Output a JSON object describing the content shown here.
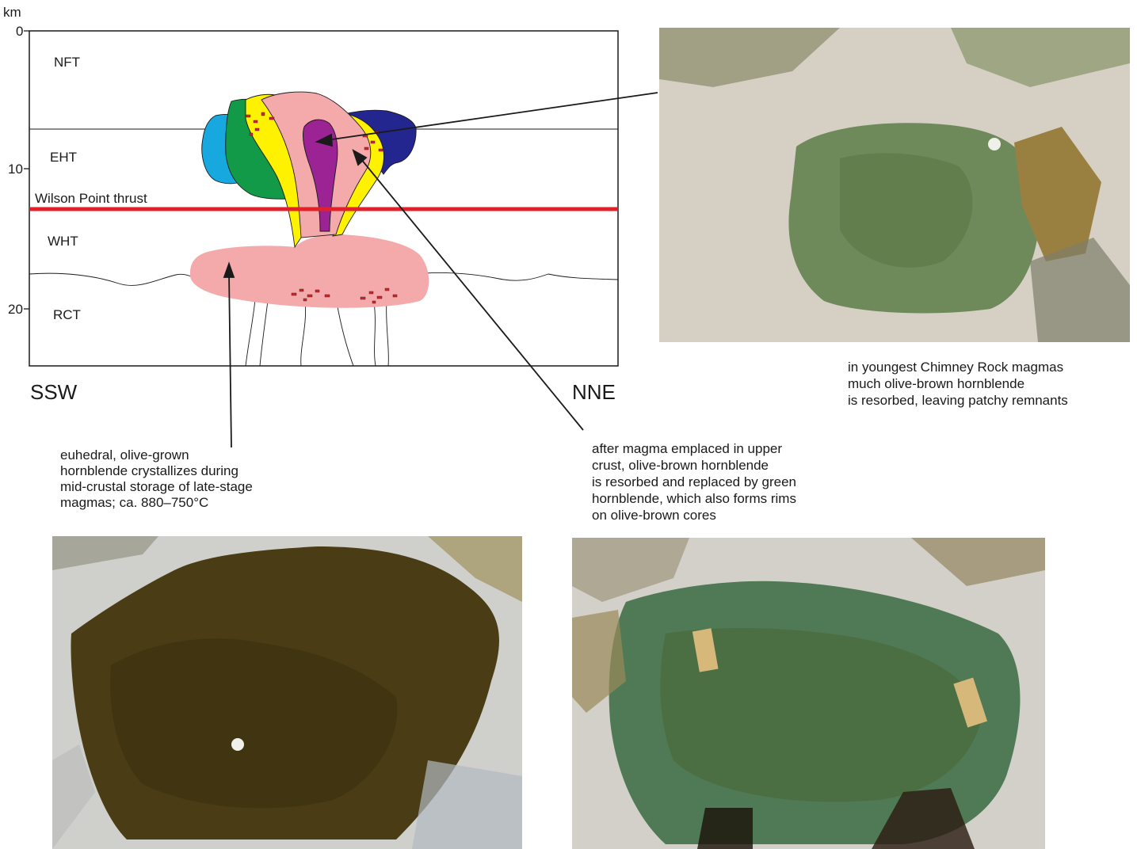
{
  "cross_section": {
    "depth_unit": "km",
    "depth_ticks": [
      "0",
      "10",
      "20"
    ],
    "orientation_left": "SSW",
    "orientation_right": "NNE",
    "layers": [
      "NFT",
      "EHT",
      "WHT",
      "RCT"
    ],
    "fault_label": "Wilson Point thrust",
    "colors": {
      "pink_magma": "#f4a9ab",
      "purple_core": "#9b2394",
      "yellow_rim": "#fff200",
      "green_body": "#139a48",
      "light_blue_body": "#17a8e0",
      "dark_blue_body": "#24268f",
      "fault_red": "#e2202a",
      "crystal_red": "#d7262b"
    }
  },
  "annotations": {
    "top_right": "in youngest Chimney Rock magmas\nmuch olive-brown hornblende\nis resorbed, leaving patchy remnants",
    "middle_left": "euhedral, olive-grown\nhornblende crystallizes during\nmid-crustal storage of late-stage\nmagmas; ca. 880–750°C",
    "middle_right": "after magma emplaced in upper\ncrust, olive-brown hornblende\nis resorbed and replaced by green\nhornblende, which also forms rims\non olive-brown cores"
  },
  "photomicrographs": {
    "top_right": {
      "subject": "patchy-remnant-hornblende",
      "dominant_color": "#6f8a5a"
    },
    "bottom_left": {
      "subject": "euhedral-olive-brown-hornblende",
      "dominant_color": "#4a3c14"
    },
    "bottom_right": {
      "subject": "green-rimmed-hornblende",
      "dominant_color": "#4f7a55"
    }
  }
}
